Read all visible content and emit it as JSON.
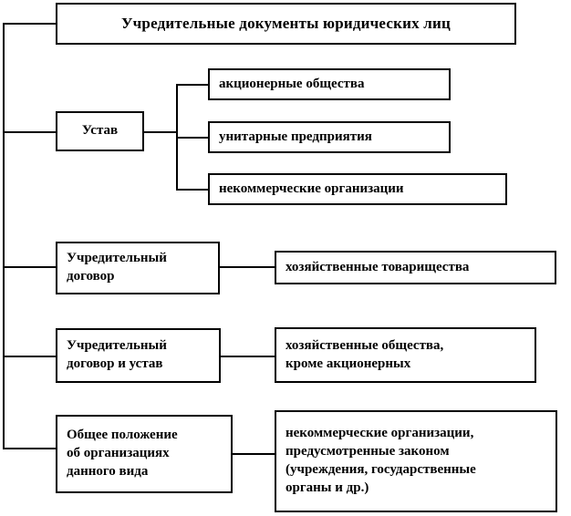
{
  "diagram": {
    "type": "hierarchy-tree",
    "orientation": "left-trunk",
    "line_color": "#000000",
    "background_color": "#ffffff",
    "text_color": "#000000",
    "root": {
      "label": "Учредительные документы юридических лиц"
    },
    "branches": [
      {
        "id": "ustav",
        "label": "Устав",
        "children": [
          {
            "id": "ao",
            "label": "акционерные общества"
          },
          {
            "id": "up",
            "label": "унитарные предприятия"
          },
          {
            "id": "nko",
            "label": "некоммерческие организации"
          }
        ]
      },
      {
        "id": "uchr-dogovor",
        "label": "Учредительный\nдоговор",
        "children": [
          {
            "id": "hoz-tov",
            "label": "хозяйственные товарищества"
          }
        ]
      },
      {
        "id": "uchr-dogovor-i-ustav",
        "label": "Учредительный\nдоговор и устав",
        "children": [
          {
            "id": "hoz-obsh",
            "label": "хозяйственные общества,\nкроме акционерных"
          }
        ]
      },
      {
        "id": "obshee-polozhenie",
        "label": "Общее положение\nоб организациях\nданного вида",
        "children": [
          {
            "id": "nko-zakon",
            "label": "некоммерческие организации,\nпредусмотренные законом\n(учреждения, государственные\nорганы и др.)"
          }
        ]
      }
    ]
  }
}
